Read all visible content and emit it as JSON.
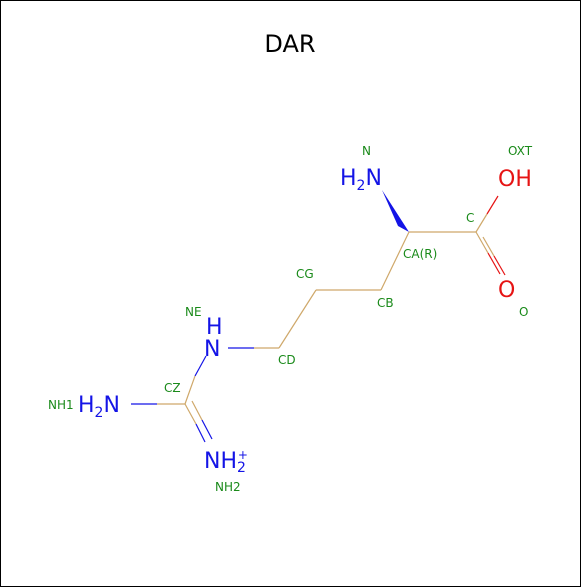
{
  "title": "DAR",
  "colors": {
    "carbon_bond": "#cfa86a",
    "nitrogen": "#1414e6",
    "oxygen": "#e61414",
    "atom_name": "#1a8a1a"
  },
  "atom_labels": {
    "n_alpha": {
      "main": "H",
      "sub": "2",
      "tail": "N"
    },
    "oh": "OH",
    "o": "O",
    "ne": "H",
    "ne_n": "N",
    "nh1": {
      "main": "H",
      "sub": "2",
      "tail": "N"
    },
    "nh2": {
      "main": "NH",
      "sub": "2",
      "sup": "+"
    }
  },
  "atom_names": {
    "n": "N",
    "oxt": "OXT",
    "c": "C",
    "ca": "CA(R)",
    "o": "O",
    "cg": "CG",
    "cb": "CB",
    "ne": "NE",
    "cd": "CD",
    "cz": "CZ",
    "nh1": "NH1",
    "nh2": "NH2"
  }
}
